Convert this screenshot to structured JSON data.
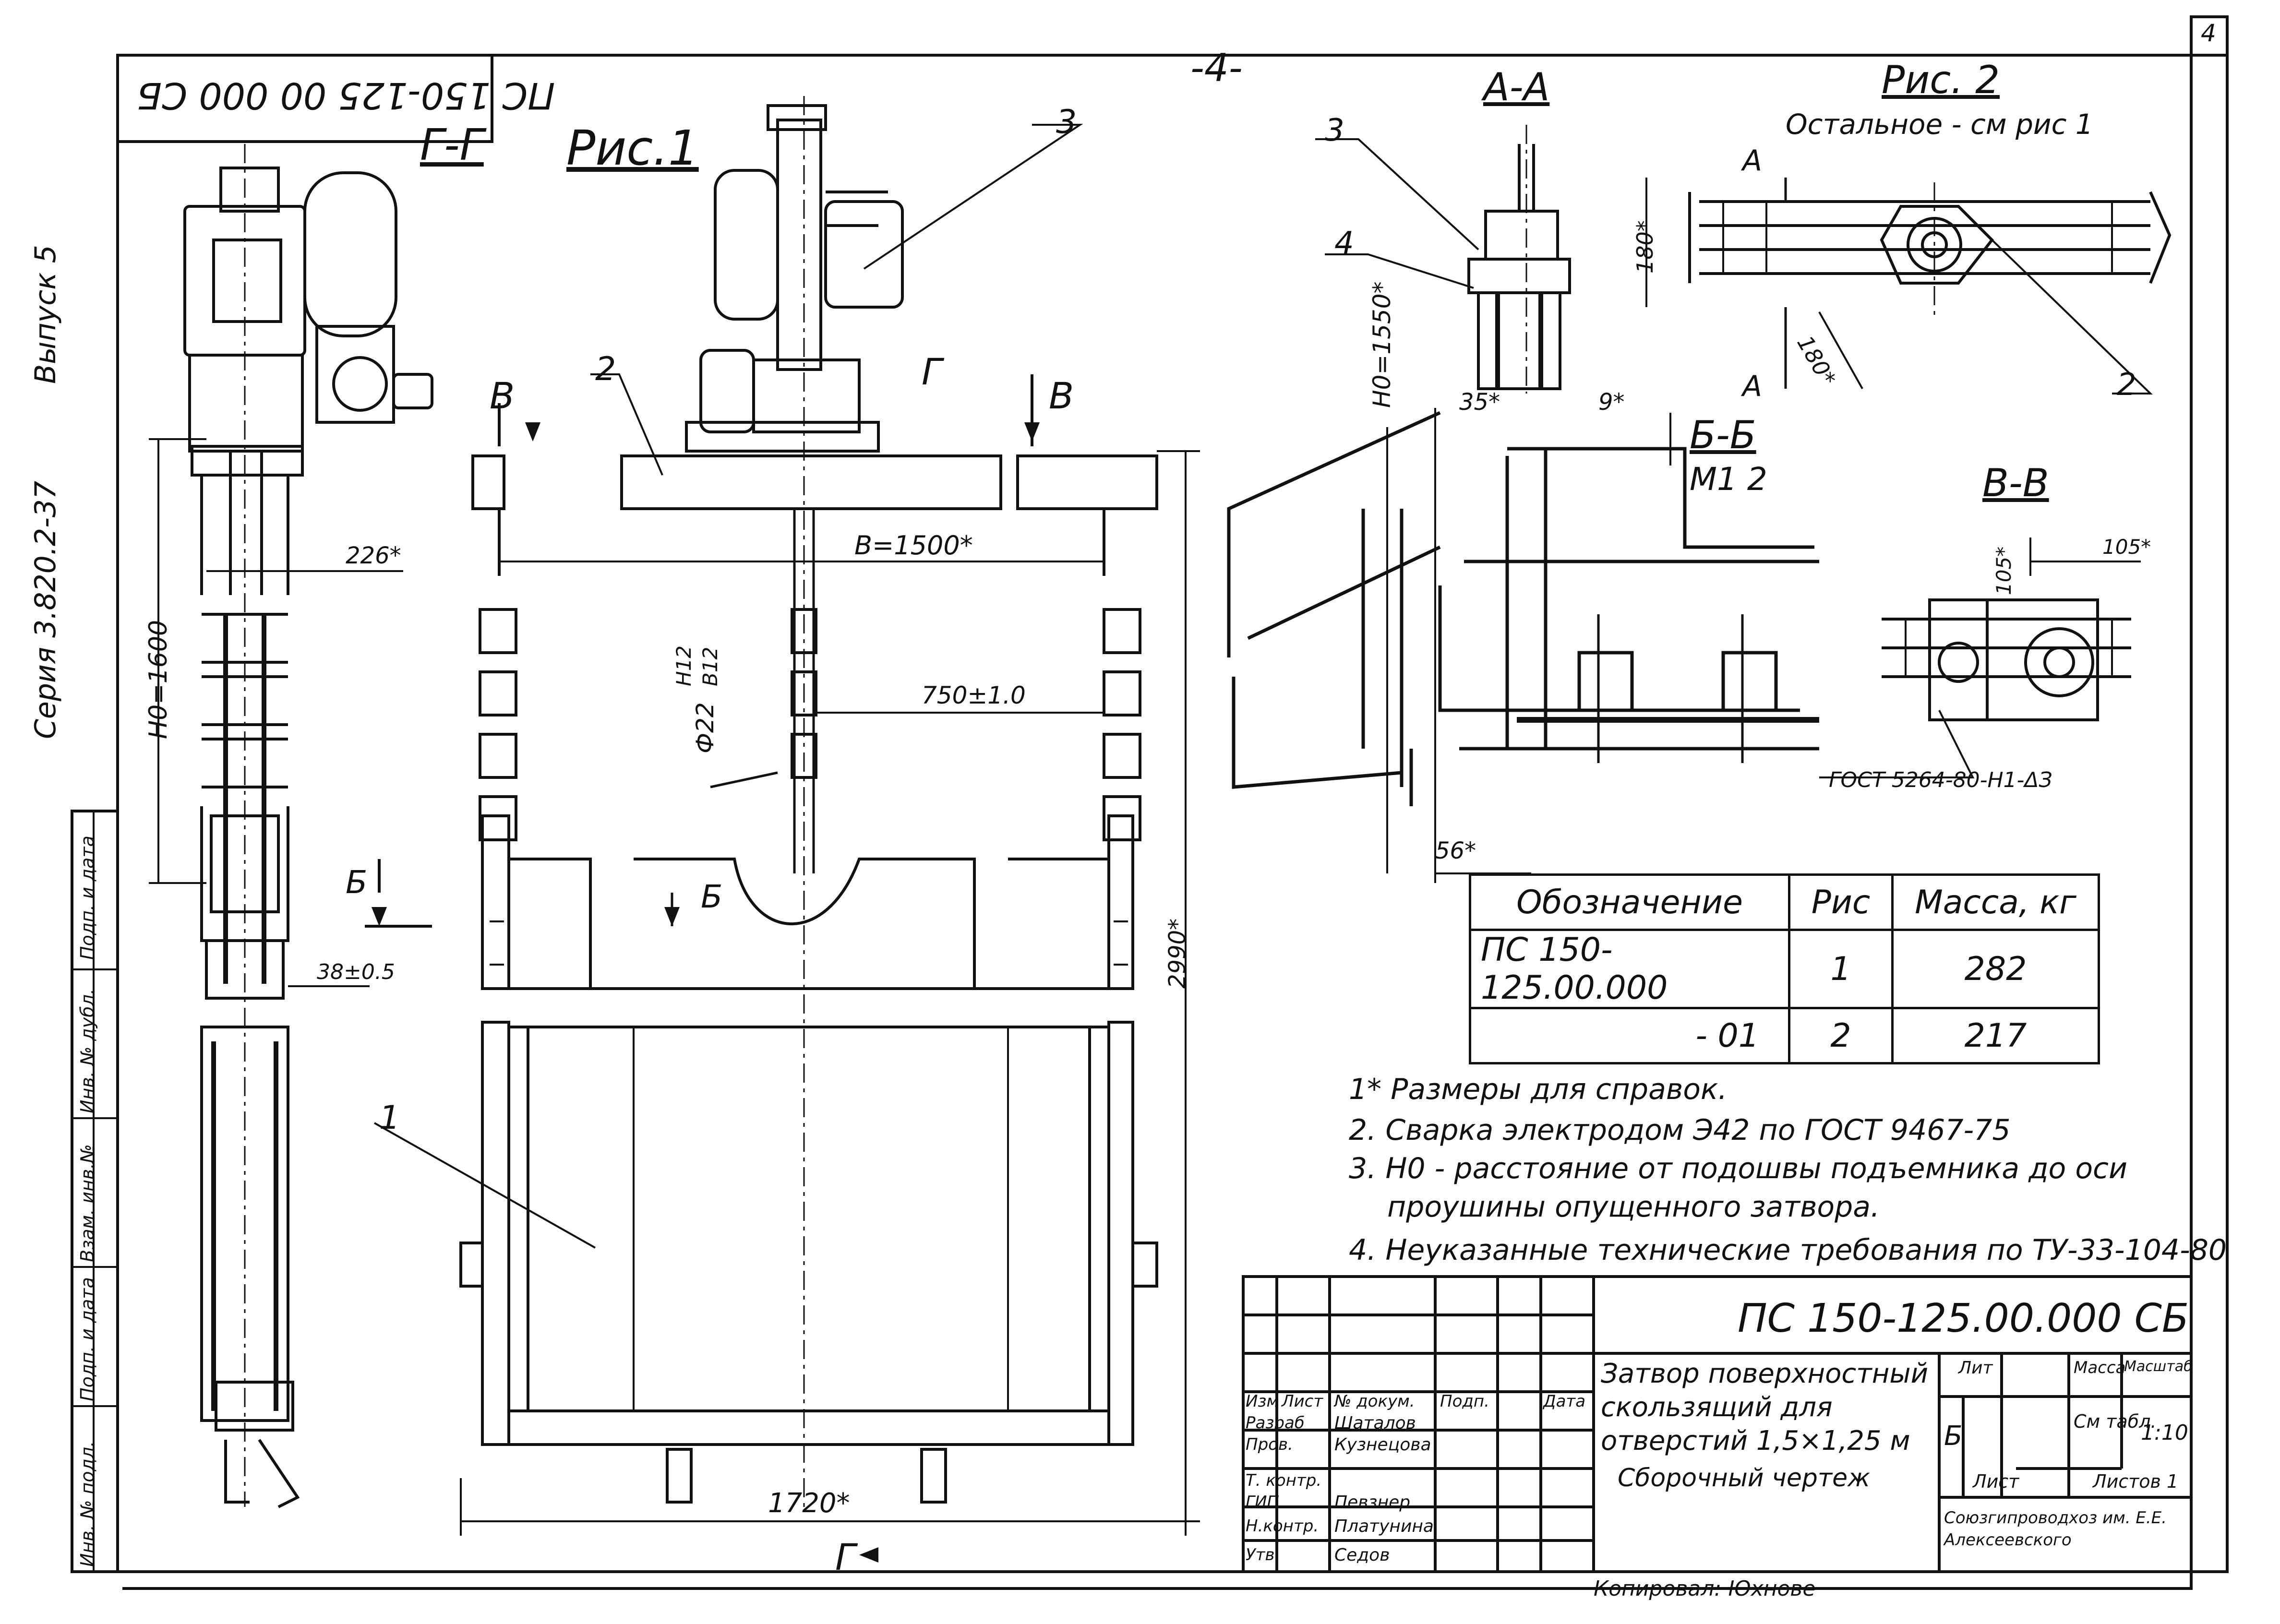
{
  "page_number": "-4-",
  "sheet_number": "4",
  "series_label": "Серия 3.820.2-37",
  "issue_label": "Выпуск 5",
  "stamp_code": "ПС 150-125 00 000 СБ",
  "views": {
    "gg_title": "Г-Г",
    "ris1_title": "Рис.1",
    "aa_title": "А-А",
    "ris2_title": "Рис. 2",
    "ris2_note": "Остальное - см рис 1",
    "bb_title": "Б-Б",
    "bb_scale": "М1 2",
    "vv_title": "В-В"
  },
  "dimensions": {
    "d226": "226*",
    "h1600": "Н0=1600",
    "d38": "38±0.5",
    "b1500": "В=1500*",
    "d750": "750±1.0",
    "phi22": "Ф22",
    "h12": "Н12",
    "b12": "В12",
    "d2990": "2990*",
    "d1720": "1720*",
    "h1550": "Н0=1550*",
    "d35": "35*",
    "d9": "9*",
    "d56": "56*",
    "d180a": "180*",
    "d180b": "180*",
    "d105a": "105*",
    "d105b": "105*",
    "gost_bolt": "ГОСТ 5264-80-Н1-ΔЗ"
  },
  "cut_marks": {
    "v": "В",
    "g": "Г",
    "b": "Б",
    "a": "А"
  },
  "callouts": [
    "1",
    "2",
    "3",
    "4"
  ],
  "spec_table": {
    "headers": [
      "Обозначение",
      "Рис",
      "Масса, кг"
    ],
    "rows": [
      [
        "ПС 150-125.00.000",
        "1",
        "282"
      ],
      [
        "- 01",
        "2",
        "217"
      ]
    ]
  },
  "notes": [
    "1* Размеры для справок.",
    "2. Сварка электродом Э42 по ГОСТ 9467-75",
    "3. Н0 - расстояние от подошвы подъемника до оси",
    "проушины опущенного затвора.",
    "4. Неуказанные технические требования по ТУ-33-104-80"
  ],
  "left_strip": [
    "Подп. и дата",
    "Инв. № дубл.",
    "Взам. инв.№",
    "Подп. и дата",
    "Инв. № подл."
  ],
  "title_block": {
    "code": "ПС 150-125.00.000 СБ",
    "name_lines": [
      "Затвор поверхностный",
      "скользящий для",
      "отверстий 1,5×1,25 м",
      "Сборочный чертеж"
    ],
    "headers": [
      "Изм",
      "Лист",
      "№ докум.",
      "Подп.",
      "Дата"
    ],
    "roles": [
      {
        "role": "Разраб",
        "name": "Шаталов"
      },
      {
        "role": "Пров.",
        "name": "Кузнецова"
      },
      {
        "role": "Т. контр.",
        "name": ""
      },
      {
        "role": "ГИП",
        "name": "Певзнер"
      },
      {
        "role": "Н.контр.",
        "name": "Платунина"
      },
      {
        "role": "Утв.",
        "name": "Седов"
      }
    ],
    "lit_label": "Лит",
    "mass_label": "Масса",
    "scale_label": "Масштаб",
    "lit_value": "Б",
    "mass_value": "См табл.",
    "scale_value": "1:10",
    "sheet_label": "Лист",
    "sheets_label": "Листов 1",
    "org": "Союзгипроводхоз им. Е.Е. Алексеевского"
  },
  "copied_by": "Копировал: Юхнове"
}
